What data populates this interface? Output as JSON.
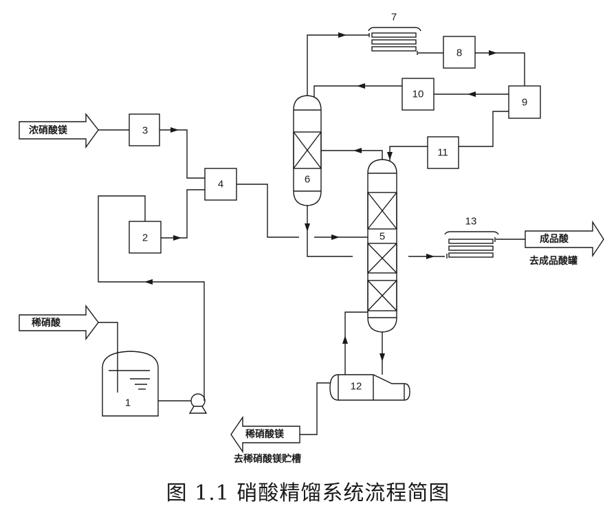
{
  "diagram": {
    "type": "process-flow",
    "colors": {
      "line": "#1a1a1a",
      "background": "#ffffff"
    },
    "equipment": [
      {
        "id": "1",
        "kind": "tank"
      },
      {
        "id": "2",
        "kind": "box"
      },
      {
        "id": "3",
        "kind": "box"
      },
      {
        "id": "4",
        "kind": "box"
      },
      {
        "id": "5",
        "kind": "packed-column"
      },
      {
        "id": "6",
        "kind": "packed-column"
      },
      {
        "id": "7",
        "kind": "condenser"
      },
      {
        "id": "8",
        "kind": "box"
      },
      {
        "id": "9",
        "kind": "box"
      },
      {
        "id": "10",
        "kind": "box"
      },
      {
        "id": "11",
        "kind": "box"
      },
      {
        "id": "12",
        "kind": "reboiler"
      },
      {
        "id": "13",
        "kind": "cooler"
      }
    ],
    "streams": {
      "feed_concentrated": "浓硝酸镁",
      "feed_dilute_acid": "稀硝酸",
      "product_acid": "成品酸",
      "product_destination": "去成品酸罐",
      "residue_dilute_mg": "稀硝酸镁",
      "residue_destination": "去稀硝酸镁贮槽"
    },
    "caption": "图 1.1  硝酸精馏系统流程简图"
  }
}
